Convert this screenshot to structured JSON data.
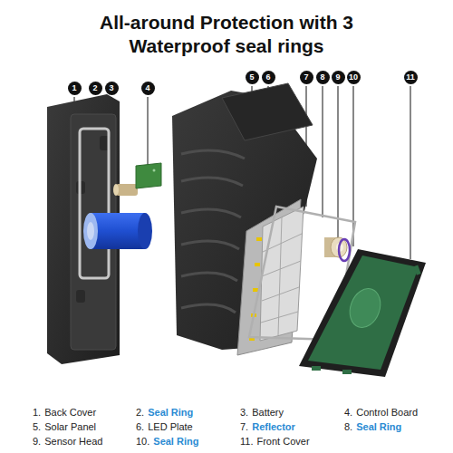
{
  "diagram": {
    "title": "All-around Protection with 3 Waterproof seal rings",
    "labels": [
      "1",
      "2",
      "3",
      "4",
      "5",
      "6",
      "7",
      "8",
      "9",
      "10",
      "11",
      "1.",
      "Back Cover",
      "2.",
      "Seal Ring",
      "3.",
      "Battery",
      "4.",
      "Control Board",
      "5.",
      "Solar Panel",
      "6.",
      "LED Plate",
      "7.",
      "Reflector",
      "8.",
      "Seal Ring",
      "9.",
      "Sensor Head",
      "10.",
      "Seal Ring",
      "11.",
      "Front Cover"
    ]
  }
}
